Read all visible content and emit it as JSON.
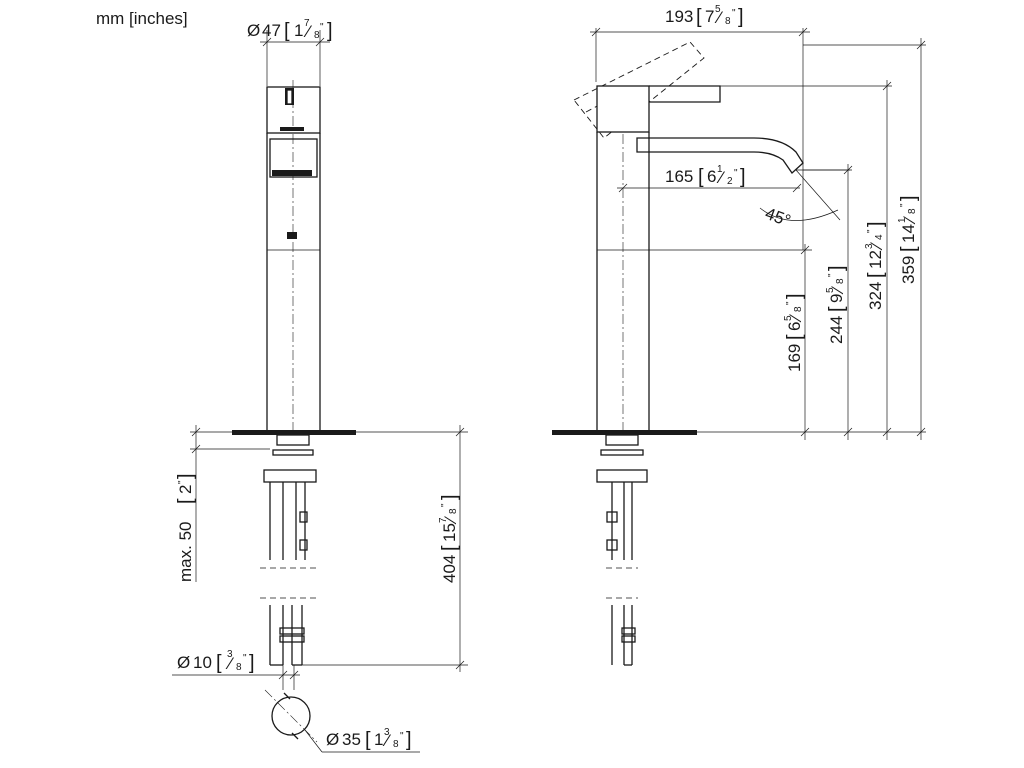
{
  "units_label": "mm [inches]",
  "dimensions": {
    "spout_diameter": {
      "symbol": "Ø",
      "mm": "47",
      "inch_whole": "1",
      "inch_num": "7",
      "inch_den": "8",
      "inch_unit": "\""
    },
    "total_width": {
      "mm": "193",
      "inch_whole": "7",
      "inch_num": "5",
      "inch_den": "8",
      "inch_unit": "\""
    },
    "spout_reach": {
      "mm": "165",
      "inch_whole": "6",
      "inch_num": "1",
      "inch_den": "2",
      "inch_unit": "\""
    },
    "spout_angle": {
      "value": "45°"
    },
    "height_169": {
      "mm": "169",
      "inch_whole": "6",
      "inch_num": "5",
      "inch_den": "8",
      "inch_unit": "\""
    },
    "height_244": {
      "mm": "244",
      "inch_whole": "9",
      "inch_num": "5",
      "inch_den": "8",
      "inch_unit": "\""
    },
    "height_324": {
      "mm": "324",
      "inch_whole": "12",
      "inch_num": "3",
      "inch_den": "4",
      "inch_unit": "\""
    },
    "height_359": {
      "mm": "359",
      "inch_whole": "14",
      "inch_num": "1",
      "inch_den": "8",
      "inch_unit": "\""
    },
    "max_deck": {
      "prefix": "max.",
      "mm": "50",
      "inch_whole": "2",
      "inch_unit": "\""
    },
    "hose_length": {
      "mm": "404",
      "inch_whole": "15",
      "inch_num": "7",
      "inch_den": "8",
      "inch_unit": "\""
    },
    "hose_diameter": {
      "symbol": "Ø",
      "mm": "10",
      "inch_num": "3",
      "inch_den": "8",
      "inch_unit": "\""
    },
    "hole_diameter": {
      "symbol": "Ø",
      "mm": "35",
      "inch_whole": "1",
      "inch_num": "3",
      "inch_den": "8",
      "inch_unit": "\""
    }
  }
}
